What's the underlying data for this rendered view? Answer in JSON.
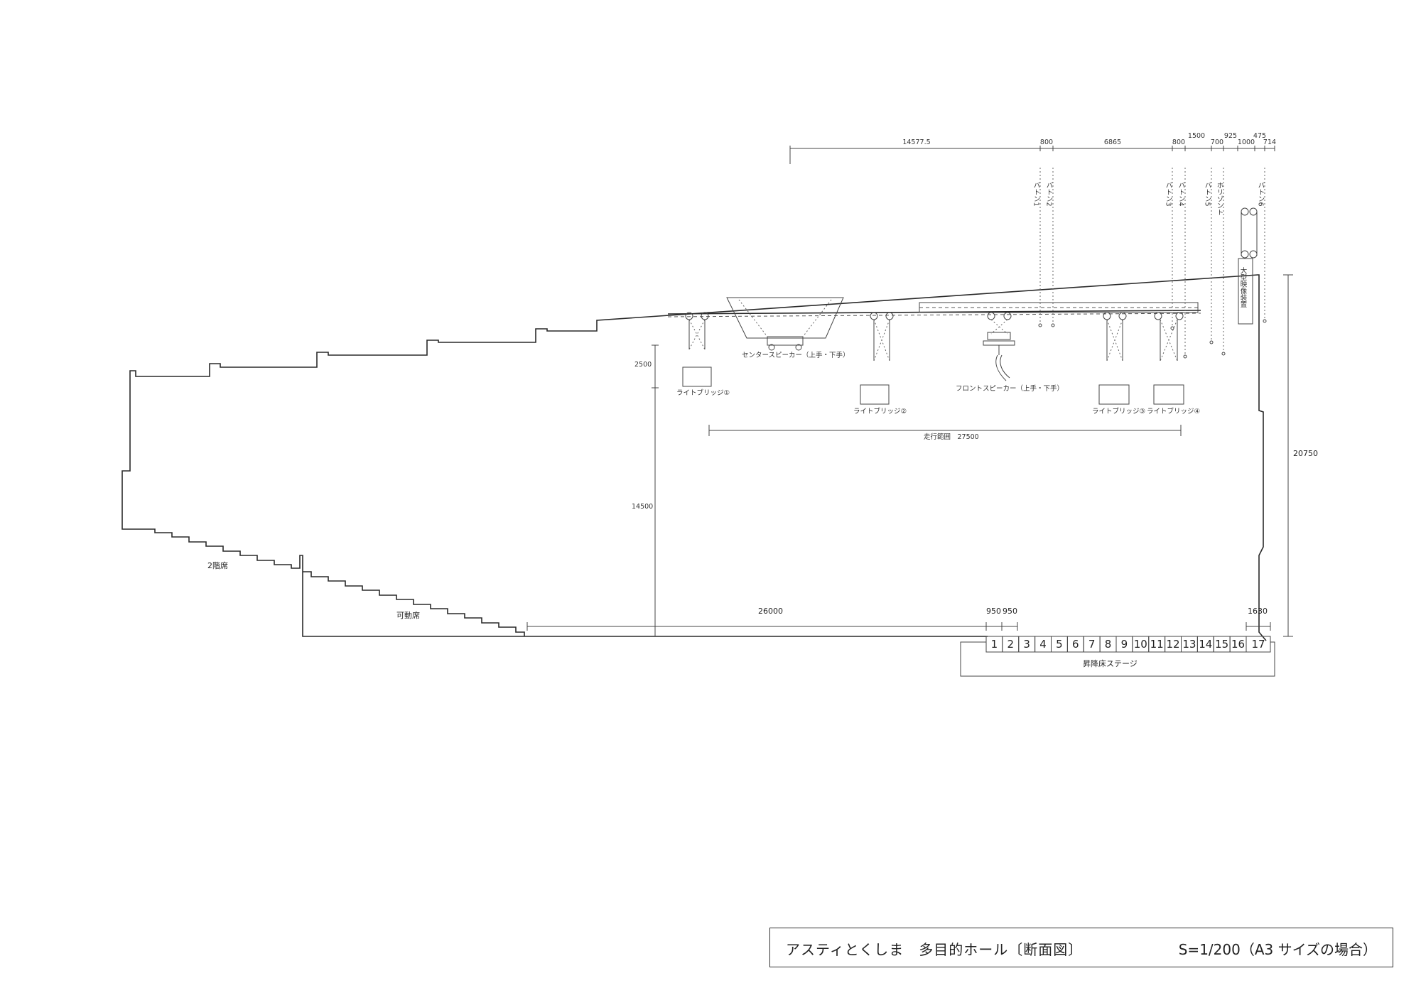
{
  "title": {
    "main": "アスティとくしま　多目的ホール〔断面図〕",
    "scale": "S=1/200（A3 サイズの場合）"
  },
  "dimensions_top": [
    "14577.5",
    "800",
    "6865",
    "800",
    "1500",
    "700",
    "925",
    "1000",
    "475",
    "714"
  ],
  "battens": [
    "バトン1",
    "バトン2",
    "バトン3",
    "バトン4",
    "バトン5",
    "ホリゾント",
    "バトン6"
  ],
  "screen_label": "大型映像装置",
  "labels": {
    "center_speaker": "センタースピーカー（上手・下手）",
    "front_speaker": "フロントスピーカー（上手・下手）",
    "bridge1": "ライトブリッジ①",
    "bridge2": "ライトブリッジ②",
    "bridge3": "ライトブリッジ③",
    "bridge4": "ライトブリッジ④",
    "travel": "走行範囲　27500",
    "second_floor": "2階席",
    "movable": "可動席",
    "stage": "昇降床ステージ"
  },
  "dims": {
    "d2500": "2500",
    "d14500": "14500",
    "d20750": "20750",
    "d26000": "26000",
    "d950a": "950",
    "d950b": "950",
    "d1630": "1630"
  },
  "stage_cells": [
    "1",
    "2",
    "3",
    "4",
    "5",
    "6",
    "7",
    "8",
    "9",
    "10",
    "11",
    "12",
    "13",
    "14",
    "15",
    "16",
    "17"
  ]
}
